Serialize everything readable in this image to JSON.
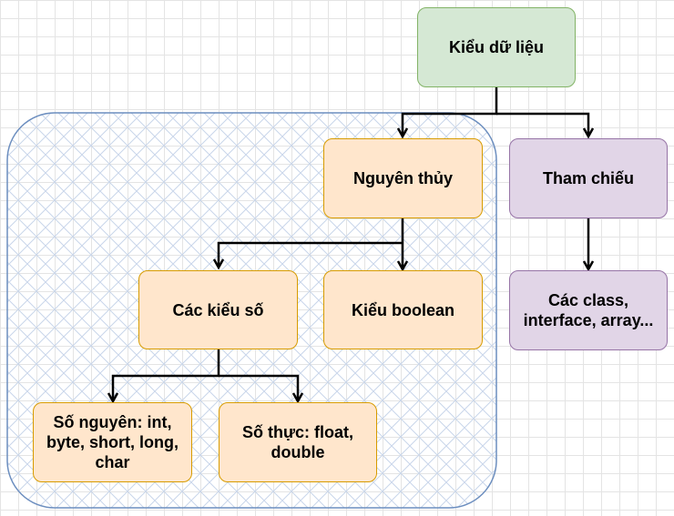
{
  "diagram": {
    "nodes": {
      "root": "Kiểu dữ liệu",
      "primitive": "Nguyên thủy",
      "reference": "Tham chiếu",
      "reference_types": "Các class,\ninterface, array...",
      "numeric": "Các kiểu số",
      "boolean": "Kiểu boolean",
      "integer": "Số nguyên: int,\nbyte, short, long,\nchar",
      "real": "Số thực: float,\ndouble"
    },
    "colors": {
      "green_fill": "#d5e8d4",
      "green_stroke": "#82b366",
      "orange_fill": "#ffe6cc",
      "orange_stroke": "#d79b00",
      "purple_fill": "#e1d5e7",
      "purple_stroke": "#9673a6",
      "group_stroke": "#6c8ebf",
      "arrow": "#000000"
    }
  }
}
